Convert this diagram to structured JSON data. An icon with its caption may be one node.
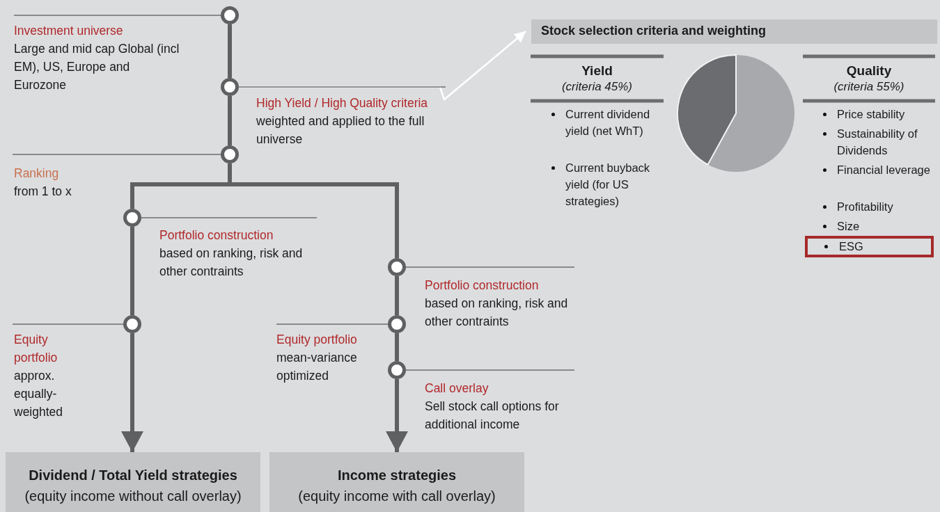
{
  "diagram": {
    "nodes": [
      {
        "text": [],
        "shape": "circle",
        "beside": [
          "Investment universe",
          "Large and mid cap Global (incl EM), US, Europe and Eurozone"
        ]
      },
      {
        "text": [],
        "shape": "circle",
        "beside": [
          "High Yield / High Quality criteria",
          "weighted and applied to the full universe"
        ]
      },
      {
        "text": [],
        "shape": "circle",
        "beside": [
          "Ranking",
          "from 1 to x"
        ]
      },
      {
        "text": [],
        "shape": "circle",
        "beside": [
          "Portfolio construction",
          "based on ranking, risk and other contraints"
        ]
      },
      {
        "text": [],
        "shape": "circle",
        "beside": [
          "Equity portfolio",
          "approx. equally-weighted"
        ]
      },
      {
        "text": [],
        "shape": "circle",
        "beside": [
          "Portfolio construction",
          "based on ranking, risk and other contraints"
        ]
      },
      {
        "text": [],
        "shape": "circle",
        "beside": [
          "Equity portfolio",
          "mean-variance optimized"
        ]
      },
      {
        "text": [],
        "shape": "circle",
        "beside": [
          "Call overlay",
          "Sell stock call options for additional income"
        ]
      },
      {
        "text": [
          "Dividend / Total Yield strategies",
          "(equity income without call overlay)"
        ]
      },
      {
        "text": [
          "Income strategies",
          "(equity income with call overlay)"
        ]
      },
      {
        "text": [
          "Stock selection criteria and weighting"
        ]
      },
      {
        "text": [
          "ESG"
        ]
      }
    ],
    "edges": [
      {
        "from": 0,
        "to": 1,
        "arrow": "none"
      },
      {
        "from": 1,
        "to": 2,
        "arrow": "none"
      },
      {
        "from": 2,
        "to": 3,
        "arrow": "none"
      },
      {
        "from": 2,
        "to": 5,
        "arrow": "none"
      },
      {
        "from": 3,
        "to": 4,
        "arrow": "none"
      },
      {
        "from": 4,
        "to": 8,
        "arrow": "to"
      },
      {
        "from": 5,
        "to": 6,
        "arrow": "none"
      },
      {
        "from": 6,
        "to": 7,
        "arrow": "none"
      },
      {
        "from": 7,
        "to": 9,
        "arrow": "to"
      },
      {
        "from": 1,
        "to": 10,
        "arrow": "to",
        "color": "#ffffff"
      }
    ],
    "labels": [
      "Yield",
      "(criteria 45%)",
      "Current dividend yield (net WhT)",
      "Current buyback yield (for US strategies)",
      "Quality",
      "(criteria 55%)",
      "Price stability",
      "Sustainability of Dividends",
      "Financial leverage",
      "Profitability",
      "Size"
    ]
  }
}
